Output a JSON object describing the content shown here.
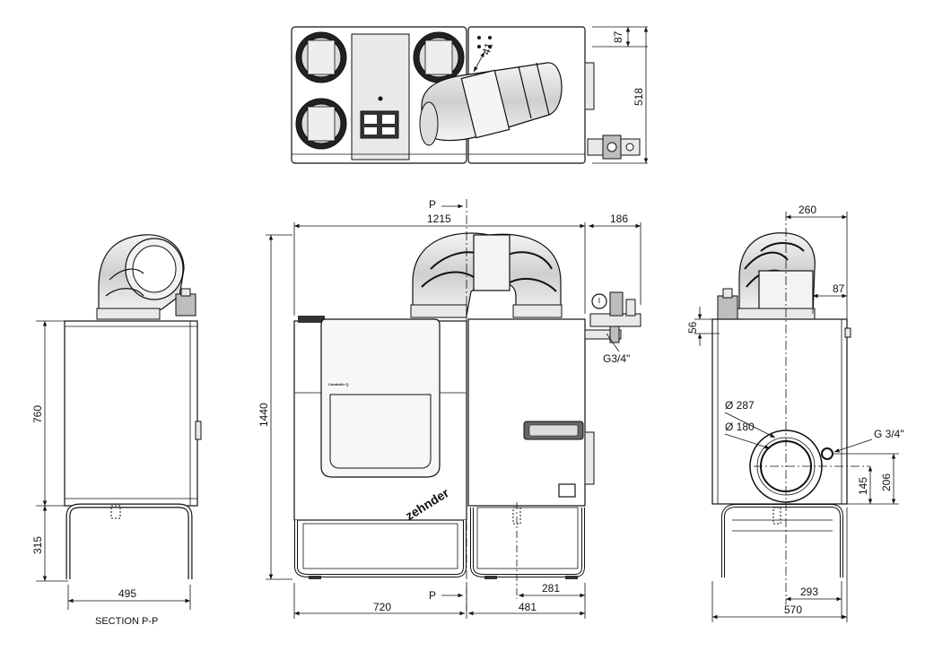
{
  "dimensions": {
    "top_87": "87",
    "top_518": "518",
    "top_41": "41",
    "main_width": "1215",
    "main_height": "1440",
    "valve_width": "186",
    "port_label": "P",
    "port_label_bottom": "P",
    "thread_main": "G3/4\"",
    "front_720": "720",
    "front_481": "481",
    "front_281": "281",
    "left_760": "760",
    "left_315": "315",
    "left_495": "495",
    "section_label": "SECTION P-P",
    "right_260": "260",
    "right_87": "87",
    "right_56": "56",
    "dia_287": "Ø 287",
    "dia_180": "Ø 180",
    "thread_right": "G 3/4\"",
    "right_145": "145",
    "right_206": "206",
    "right_293": "293",
    "right_570": "570"
  },
  "labels": {
    "brand": "zehnder",
    "model": "ComfoAir Q"
  }
}
